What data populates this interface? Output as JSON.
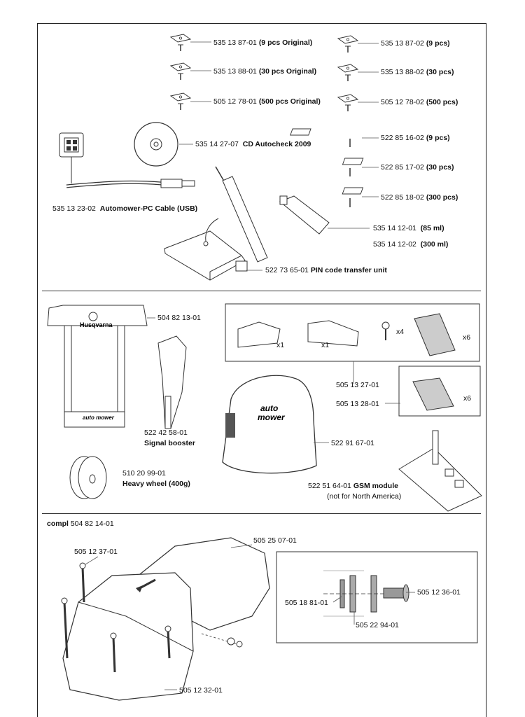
{
  "blades": [
    {
      "pn": "535 13 87-01",
      "qty": "(9 pcs Original)"
    },
    {
      "pn": "535 13 88-01",
      "qty": "(30 pcs Original)"
    },
    {
      "pn": "505 12 78-01",
      "qty": "(500 pcs Original)"
    },
    {
      "pn": "535 13 87-02",
      "qty": "(9 pcs)"
    },
    {
      "pn": "535 13 88-02",
      "qty": "(30 pcs)"
    },
    {
      "pn": "505 12 78-02",
      "qty": "(500 pcs)"
    },
    {
      "pn": "522 85 16-02",
      "qty": "(9 pcs)"
    },
    {
      "pn": "522 85 17-02",
      "qty": "(30 pcs)"
    },
    {
      "pn": "522 85 18-02",
      "qty": "(300 pcs)"
    }
  ],
  "cd": {
    "pn": "535 14 27-07",
    "name": "CD Autocheck 2009"
  },
  "cable": {
    "pn": "535 13 23-02",
    "name": "Automower-PC Cable (USB)"
  },
  "sealant": [
    {
      "pn": "535 14 12-01",
      "qty": "(85 ml)"
    },
    {
      "pn": "535 14 12-02",
      "qty": "(300 ml)"
    }
  ],
  "pin": {
    "pn": "522 73 65-01",
    "name": "PIN code transfer unit"
  },
  "frame_part": {
    "pn": "504 82 13-01",
    "brand": "Husqvarna",
    "logo": "auto mower"
  },
  "booster": {
    "pn": "522 42 58-01",
    "name": "Signal booster"
  },
  "bracket_kit": {
    "qty1": "x1",
    "qty2": "x1",
    "screws": "x4",
    "brushes": "x6",
    "pn": "505 13 27-01"
  },
  "brush": {
    "pn": "505 13 28-01",
    "qty": "x6"
  },
  "bag": {
    "pn": "522 91 67-01",
    "logo1": "auto",
    "logo2": "mower"
  },
  "wheel": {
    "pn": "510 20 99-01",
    "name": "Heavy wheel (400g)"
  },
  "gsm": {
    "pn": "522 51 64-01",
    "name": "GSM module",
    "note": "(not for North America)"
  },
  "cover": {
    "compl_label": "compl",
    "compl_pn": "504 82 14-01",
    "top_pn": "505 25 07-01",
    "screw_pn": "505 12 37-01",
    "base_pn": "505 12 32-01",
    "detail": {
      "washer_pn": "505 18 81-01",
      "bushing_pn": "505 22 94-01",
      "bolt_pn": "505 12 36-01"
    }
  }
}
